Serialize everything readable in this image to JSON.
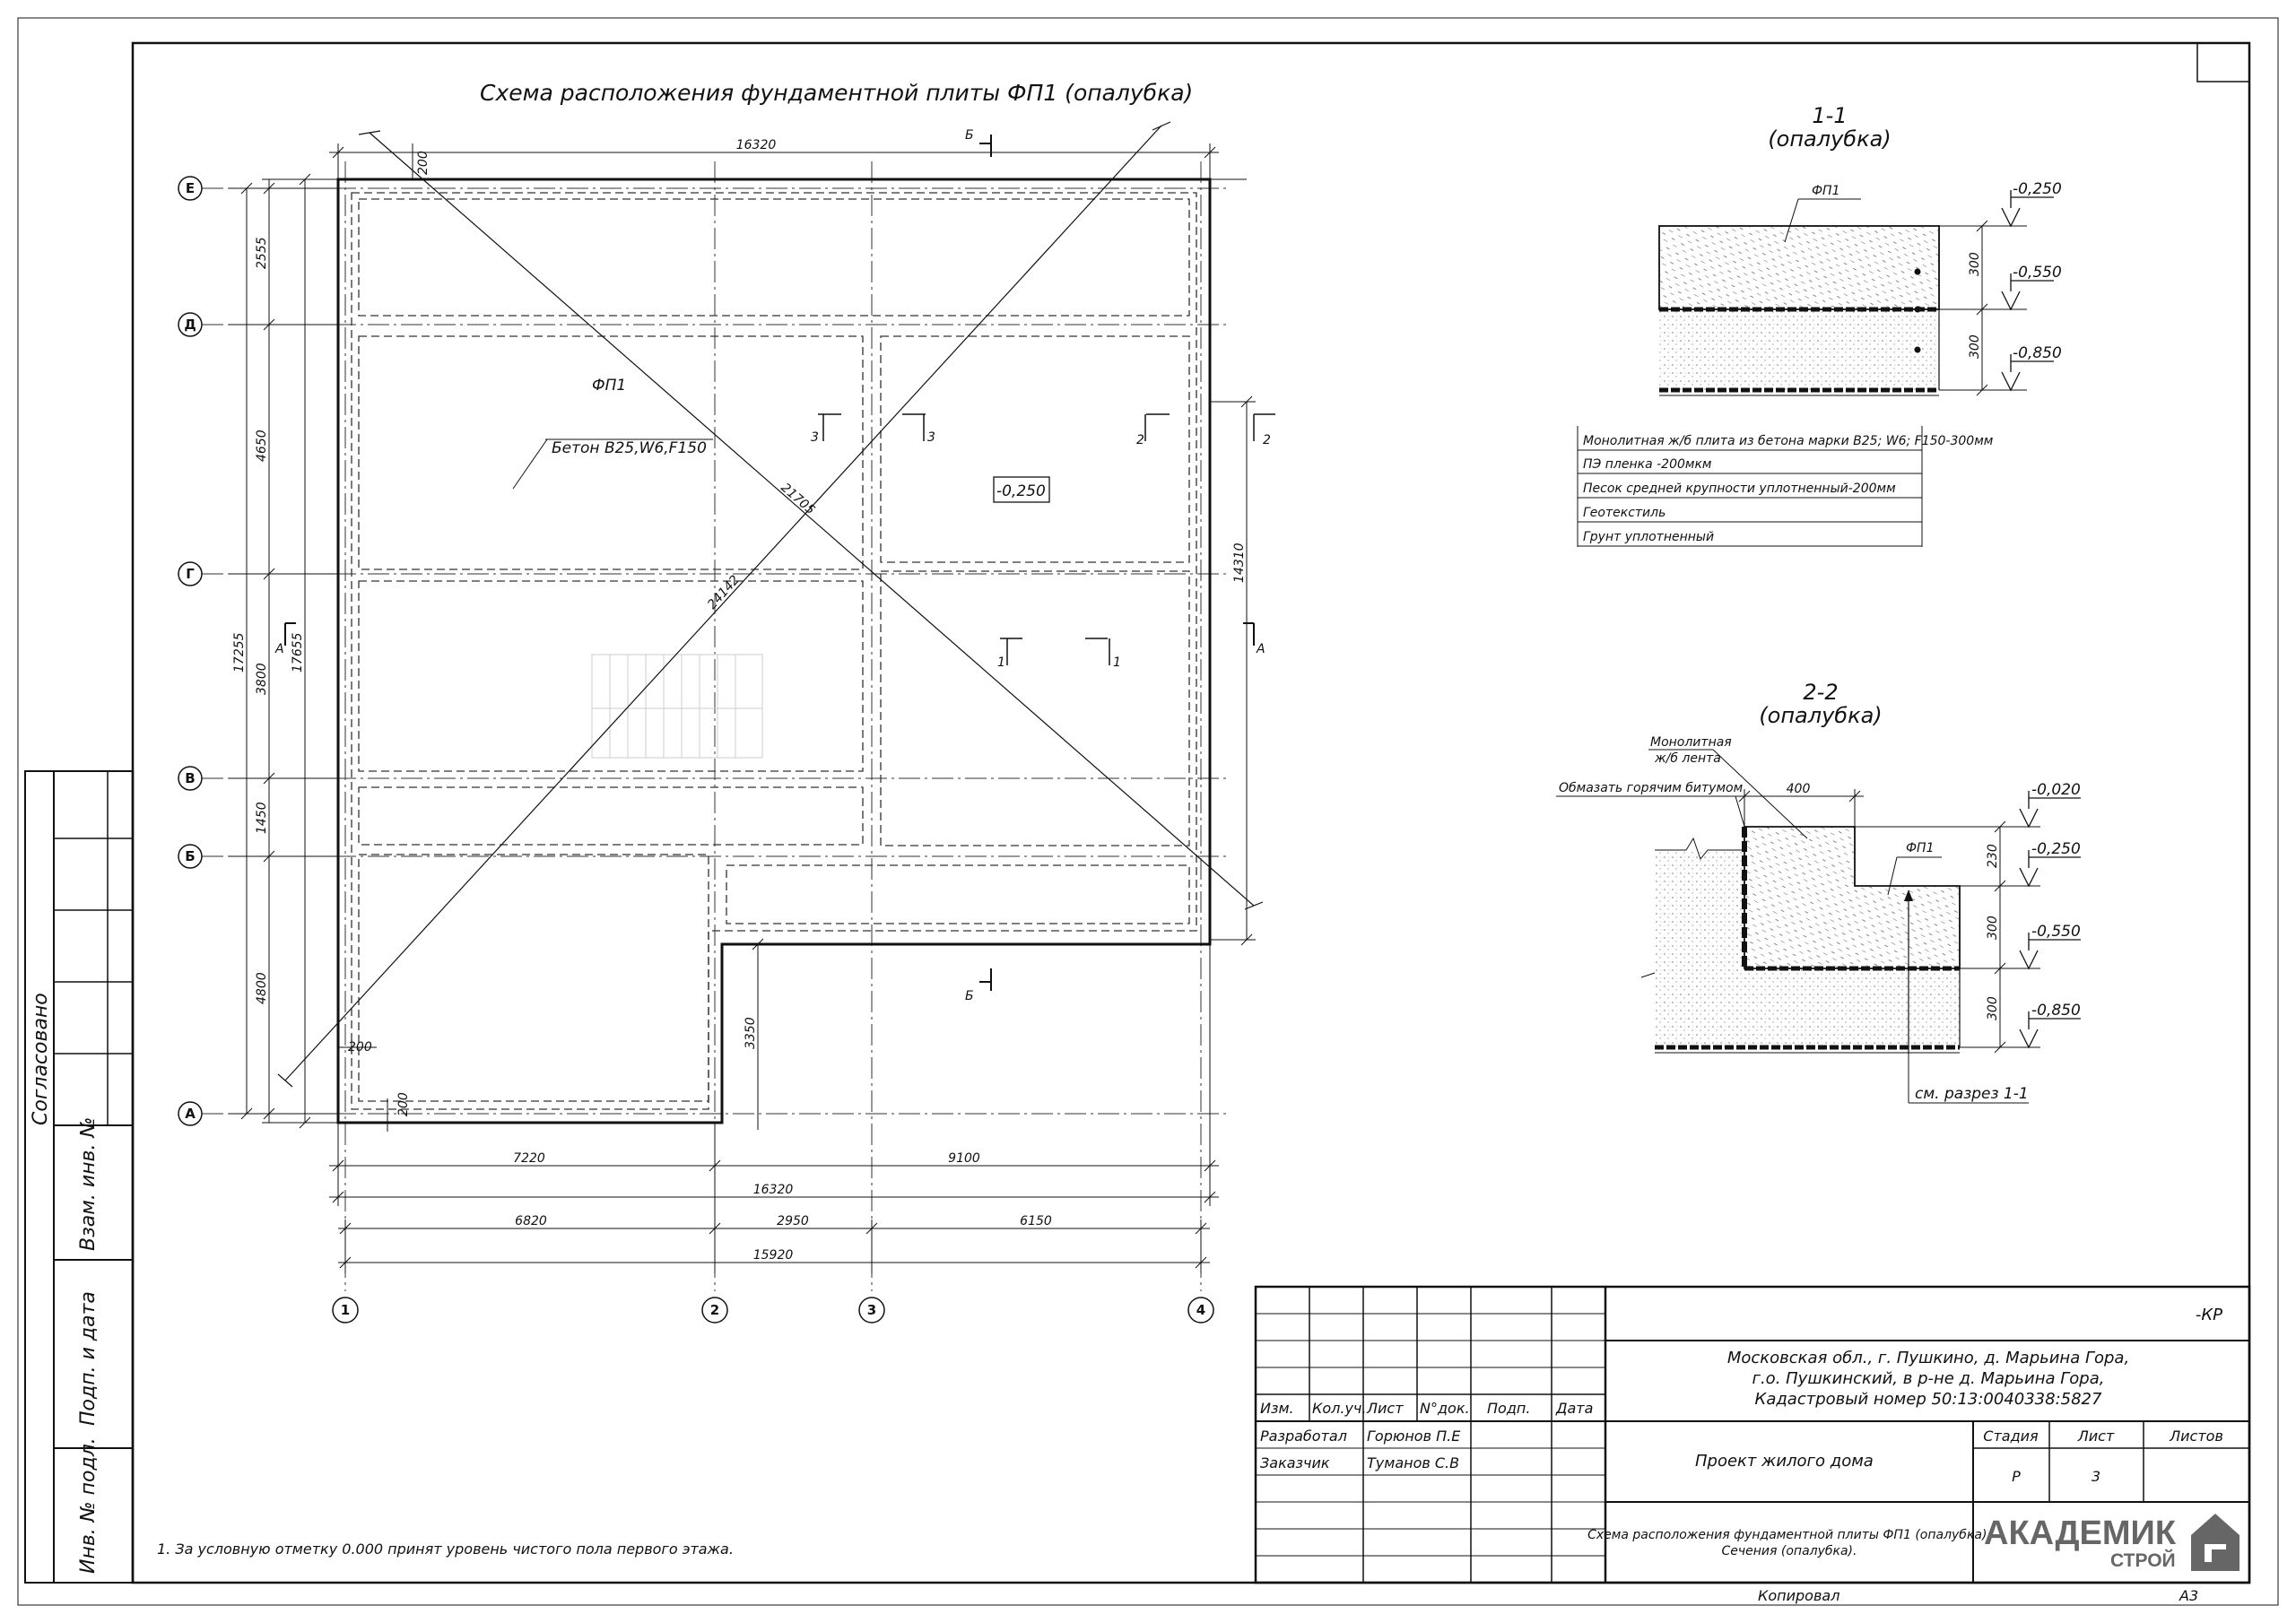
{
  "plan": {
    "title": "Схема расположения фундаментной плиты ФП1 (опалубка)",
    "slab_label": "ФП1",
    "slab_concrete": "Бетон В25,W6,F150",
    "level_mark": "-0,250",
    "grid_rows": [
      "Е",
      "Д",
      "Г",
      "В",
      "Б",
      "А"
    ],
    "grid_cols": [
      "1",
      "2",
      "3",
      "4"
    ],
    "left_dims": [
      "2555",
      "4650",
      "3800",
      "1450",
      "4800"
    ],
    "left_total_1": "17255",
    "left_total_2": "17655",
    "right_dim": "14310",
    "top_dim": "16320",
    "top_small": "200",
    "diag_1": "21705",
    "diag_2": "24142",
    "inner_dim": "3350",
    "corner_dim_1": "200",
    "corner_dim_2": "200",
    "bottom_row1": [
      "7220",
      "9100"
    ],
    "bottom_total_1": "16320",
    "bottom_row2": [
      "6820",
      "2950",
      "6150"
    ],
    "bottom_total_2": "15920",
    "section_A": "А",
    "section_B": "Б",
    "cut_1": "1",
    "cut_2": "2",
    "cut_3": "3"
  },
  "section_1_1": {
    "title": "1-1",
    "subtitle": "(опалубка)",
    "slab_label": "ФП1",
    "levels": [
      "-0,250",
      "-0,550",
      "-0,850"
    ],
    "dims": [
      "300",
      "300"
    ],
    "legend": [
      "Монолитная ж/б плита из бетона марки В25; W6; F150-300мм",
      "ПЭ пленка -200мкм",
      "Песок средней крупности уплотненный-200мм",
      "Геотекстиль",
      "Грунт уплотненный"
    ]
  },
  "section_2_2": {
    "title": "2-2",
    "subtitle": "(опалубка)",
    "label_belt_1": "Монолитная",
    "label_belt_2": "ж/б лента",
    "label_bitumen": "Обмазать горячим битумом",
    "slab_label": "ФП1",
    "width_dim": "400",
    "levels": [
      "-0,020",
      "-0,250",
      "-0,550",
      "-0,850"
    ],
    "dims": [
      "230",
      "300",
      "300"
    ],
    "ref": "см. разрез 1-1"
  },
  "side_stamp": {
    "agreed": "Согласовано",
    "inv_vzam": "Взам. инв. №",
    "sign_date": "Подп. и дата",
    "inv_orig": "Инв. № подл."
  },
  "note": "1. За условную отметку 0.000 принят уровень чистого пола первого этажа.",
  "title_block": {
    "code": "-КР",
    "address_1": "Московская обл., г. Пушкино, д. Марьина Гора,",
    "address_2": "г.о. Пушкинский, в р-не д. Марьина Гора,",
    "address_3": "Кадастровый номер 50:13:0040338:5827",
    "headers": [
      "Изм.",
      "Кол.уч.",
      "Лист",
      "N°док.",
      "Подп.",
      "Дата"
    ],
    "role_1": "Разработал",
    "name_1": "Горюнов П.Е",
    "role_2": "Заказчик",
    "name_2": "Туманов С.В",
    "project": "Проект жилого дома",
    "stage_h": "Стадия",
    "sheet_h": "Лист",
    "sheets_h": "Листов",
    "stage": "Р",
    "sheet": "3",
    "sheet_title_1": "Схема расположения фундаментной плиты ФП1 (опалубка).",
    "sheet_title_2": "Сечения (опалубка).",
    "logo_1": "АКАДЕМИК",
    "logo_2": "СТРОЙ",
    "copied": "Копировал",
    "format": "А3"
  }
}
